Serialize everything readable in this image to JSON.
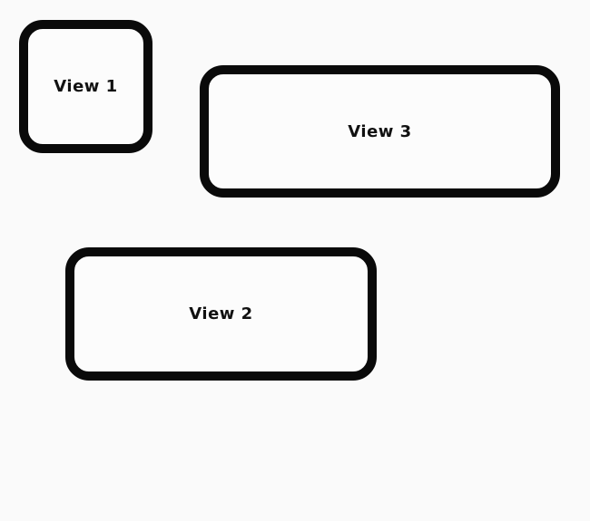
{
  "colors": {
    "background": "#fafafa",
    "box_fill": "#fcfcfc",
    "border": "#0a0a0a",
    "text": "#111111"
  },
  "views": [
    {
      "label": "View 1"
    },
    {
      "label": "View 2"
    },
    {
      "label": "View 3"
    }
  ]
}
